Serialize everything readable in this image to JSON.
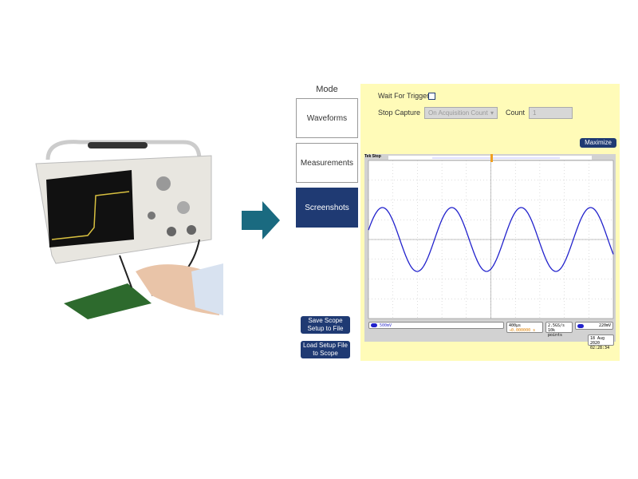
{
  "mode": {
    "title": "Mode",
    "items": [
      {
        "label": "Waveforms",
        "active": false
      },
      {
        "label": "Measurements",
        "active": false
      },
      {
        "label": "Screenshots",
        "active": true
      }
    ]
  },
  "setup_buttons": {
    "save": "Save Scope Setup to File",
    "load": "Load Setup File to Scope"
  },
  "capture": {
    "wait_for_trigger_label": "Wait For Trigger",
    "wait_for_trigger_checked": false,
    "stop_capture_label": "Stop Capture",
    "stop_capture_value": "On Acquisition Count",
    "count_label": "Count",
    "count_value": "1"
  },
  "maximize_label": "Maximize",
  "scope": {
    "brand": "Tek",
    "state": "Stop",
    "ch1_scale": "500mV",
    "timebase": "400µs",
    "trigger_pos": "→0.000000 s",
    "sample_rate": "2.5GS/s",
    "record_length": "10k points",
    "trigger_level": "220mV",
    "date": "18 Aug 2020",
    "time": "02:28:34",
    "trace_color": "#2222cc"
  },
  "colors": {
    "accent": "#1f3a73",
    "panel": "#fffbb8",
    "arrow": "#1a6a80"
  }
}
